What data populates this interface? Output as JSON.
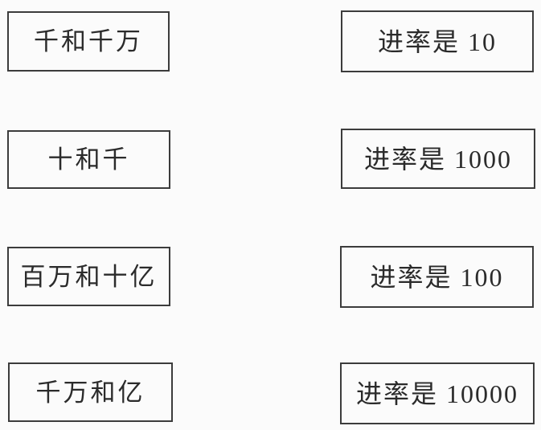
{
  "exercise": {
    "type": "matching",
    "left_column": {
      "items": [
        {
          "label": "千和千万"
        },
        {
          "label": "十和千"
        },
        {
          "label": "百万和十亿"
        },
        {
          "label": "千万和亿"
        }
      ]
    },
    "right_column": {
      "items": [
        {
          "label": "进率是 10"
        },
        {
          "label": "进率是 1000"
        },
        {
          "label": "进率是 100"
        },
        {
          "label": "进率是 10000"
        }
      ]
    }
  },
  "colors": {
    "background": "#fbfbfb",
    "box_border": "#3c3c3c",
    "text": "#2b2b2b"
  }
}
